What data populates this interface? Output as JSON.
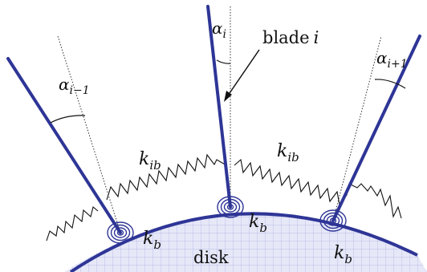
{
  "labels": {
    "alpha_left": {
      "base": "α",
      "sub": "i−1"
    },
    "alpha_center": {
      "base": "α",
      "sub": "i"
    },
    "alpha_right": {
      "base": "α",
      "sub": "i+1"
    },
    "blade_label": {
      "word": "blade",
      "index": "i"
    },
    "kib_left": {
      "base": "k",
      "sub": "ib"
    },
    "kib_right": {
      "base": "k",
      "sub": "ib"
    },
    "kb_left": {
      "base": "k",
      "sub": "b"
    },
    "kb_center": {
      "base": "k",
      "sub": "b"
    },
    "kb_right": {
      "base": "k",
      "sub": "b"
    },
    "disk": "disk"
  },
  "colors": {
    "blade": "#2e3596",
    "disk_edge": "#2e3596",
    "disk_fill": "#e6e8f8",
    "disk_grid": "#aab0e0",
    "spring": "#111111",
    "coil": "#2e3596",
    "guide": "#333333",
    "arrow": "#111111"
  }
}
